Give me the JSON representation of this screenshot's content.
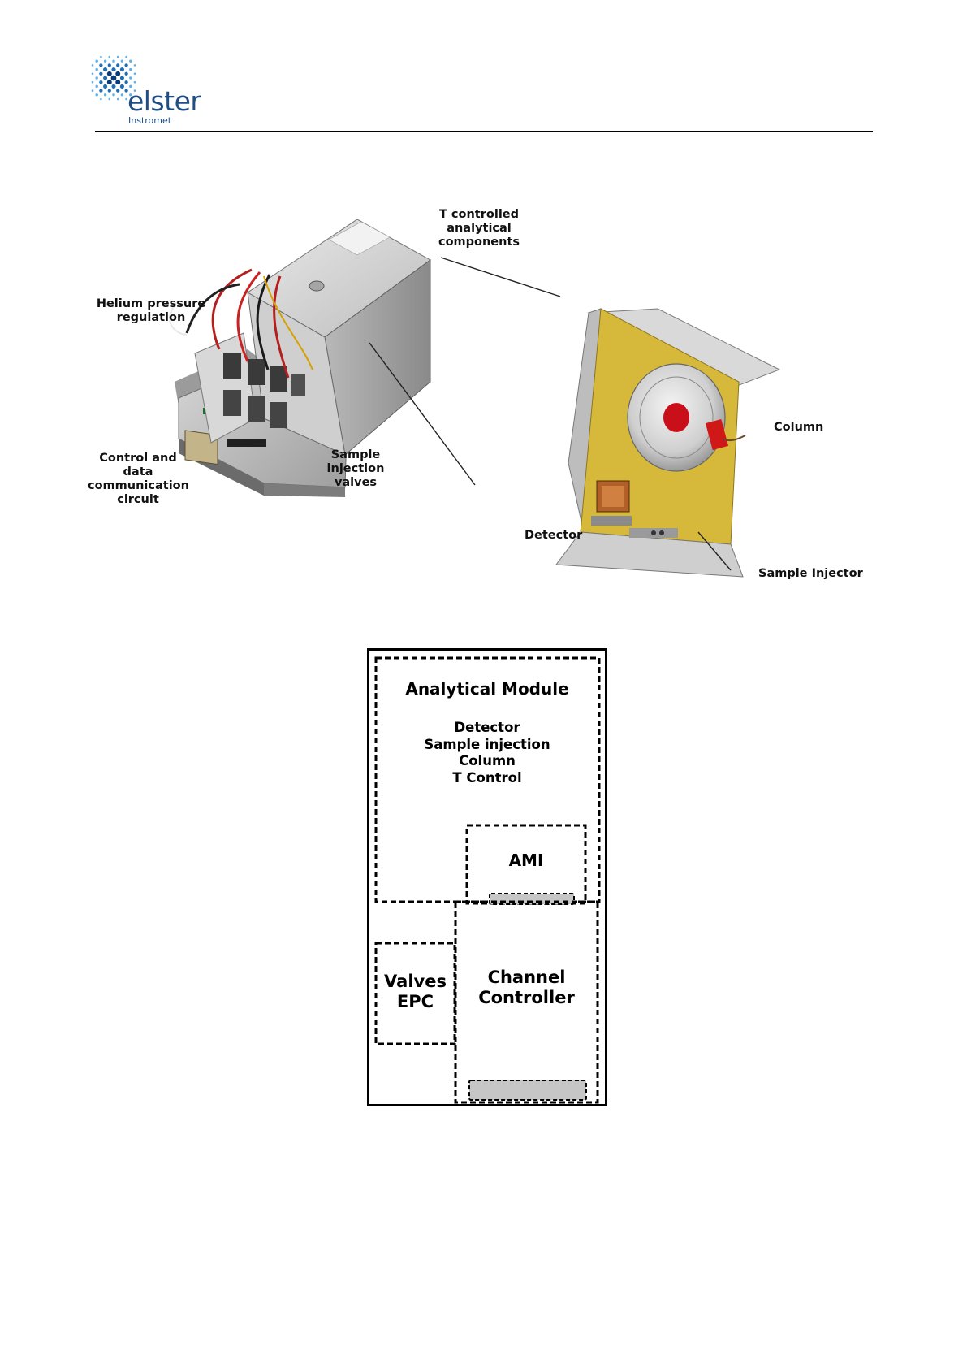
{
  "header": {
    "logo_text": "elster",
    "logo_sub": "Instromet"
  },
  "photo": {
    "labels": {
      "t_controlled": "T controlled\nanalytical\ncomponents",
      "helium": "Helium pressure\nregulation",
      "control": "Control and\ndata\ncommunication\ncircuit",
      "sample_valves": "Sample\ninjection\nvalves",
      "detector": "Detector",
      "column": "Column",
      "sample_injector": "Sample Injector"
    }
  },
  "diagram": {
    "analytical_module": {
      "title": "Analytical Module",
      "items": [
        "Detector",
        "Sample injection",
        "Column",
        "T Control"
      ]
    },
    "ami": "AMI",
    "valves": {
      "line1": "Valves",
      "line2": "EPC"
    },
    "channel_controller": {
      "line1": "Channel",
      "line2": "Controller"
    }
  }
}
